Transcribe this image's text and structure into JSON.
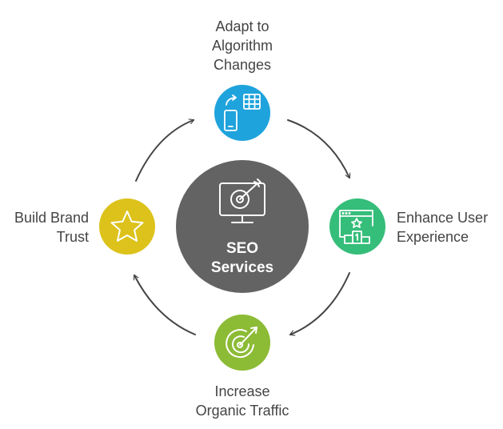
{
  "center": {
    "line1": "SEO",
    "line2": "Services",
    "icon": "monitor-target-icon",
    "color": "#636363"
  },
  "nodes": {
    "top": {
      "line1": "Adapt to",
      "line2": "Algorithm",
      "line3": "Changes",
      "icon": "devices-sync-icon",
      "color": "#1fa3dc"
    },
    "right": {
      "line1": "Enhance User",
      "line2": "Experience",
      "icon": "website-podium-icon",
      "color": "#35bd7a"
    },
    "bottom": {
      "line1": "Increase",
      "line2": "Organic Traffic",
      "icon": "target-arrow-icon",
      "color": "#8cbb35"
    },
    "left": {
      "line1": "Build Brand",
      "line2": "Trust",
      "icon": "star-icon",
      "color": "#dcc21a"
    }
  },
  "arrow_color": "#444444",
  "text_color": "#444444"
}
